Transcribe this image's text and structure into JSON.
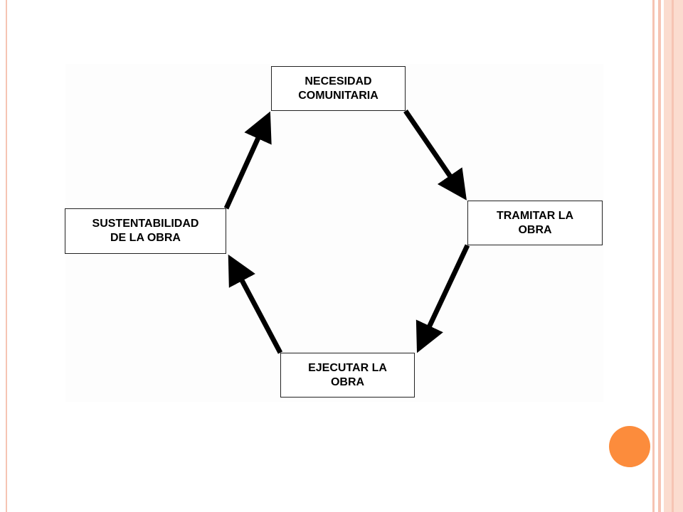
{
  "colors": {
    "accent": "#fc8c3c",
    "border_pink": "#f6c4b3",
    "border_pink_light": "#fbdccf",
    "arrow": "#000000"
  },
  "diagram": {
    "nodes": [
      {
        "id": "necesidad",
        "label": "NECESIDAD\nCOMUNITARIA"
      },
      {
        "id": "tramitar",
        "label": "TRAMITAR LA\nOBRA"
      },
      {
        "id": "ejecutar",
        "label": "EJECUTAR LA\nOBRA"
      },
      {
        "id": "sustentabilidad",
        "label": "SUSTENTABILIDAD\nDE LA OBRA"
      }
    ],
    "edges": [
      {
        "from": "necesidad",
        "to": "tramitar"
      },
      {
        "from": "tramitar",
        "to": "ejecutar"
      },
      {
        "from": "ejecutar",
        "to": "sustentabilidad"
      },
      {
        "from": "sustentabilidad",
        "to": "necesidad"
      }
    ]
  }
}
